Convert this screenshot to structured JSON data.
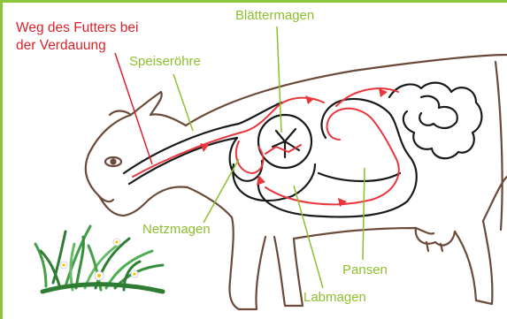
{
  "labels": {
    "path": "Weg des Futters bei der Verdauung",
    "blaettermagen": "Blättermagen",
    "speiseroehre": "Speiseröhre",
    "netzmagen": "Netzmagen",
    "pansen": "Pansen",
    "labmagen": "Labmagen"
  },
  "colors": {
    "accent_green": "#8dbf2e",
    "path_red": "#e8363c",
    "label_red": "#d9232d",
    "outline": "#6b4a3a",
    "frame": "#8cc63f"
  },
  "icons": [
    "cow-outline",
    "grass-tuft"
  ]
}
